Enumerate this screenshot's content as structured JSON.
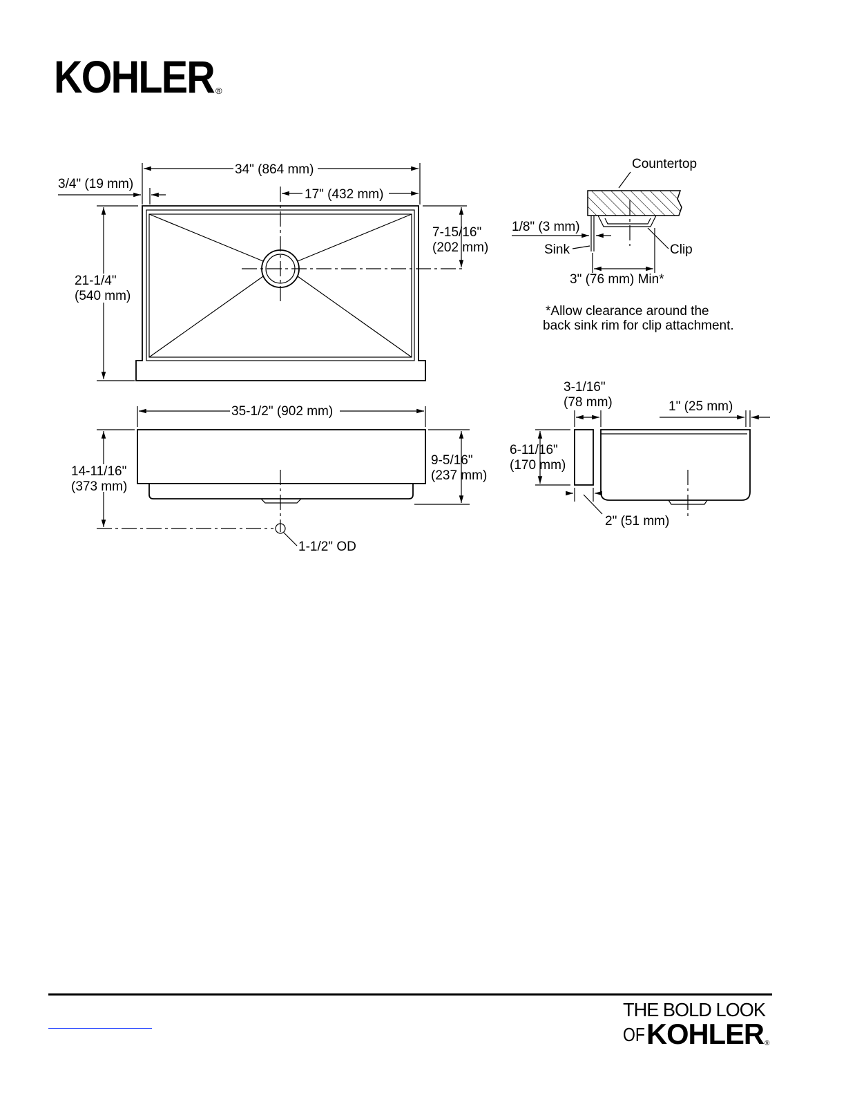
{
  "brand": {
    "logo_text": "KOHLER",
    "registered": "®"
  },
  "dimensions": {
    "top_view": {
      "overall_width": "34\" (864 mm)",
      "apron_offset": "3/4\" (19 mm)",
      "drain_center": "17\" (432 mm)",
      "drain_from_back_a": "7-15/16\"",
      "drain_from_back_b": "(202 mm)",
      "depth_a": "21-1/4\"",
      "depth_b": "(540 mm)"
    },
    "front_view": {
      "overall_width": "35-1/2\" (902 mm)",
      "height_a": "14-11/16\"",
      "height_b": "(373 mm)",
      "bowl_depth_a": "9-5/16\"",
      "bowl_depth_b": "(237 mm)",
      "outlet": "1-1/2\" OD"
    },
    "detail": {
      "countertop": "Countertop",
      "gap": "1/8\" (3 mm)",
      "sink": "Sink",
      "clip": "Clip",
      "min_clearance": "3\" (76 mm) Min*",
      "note_line1": "*Allow clearance around the",
      "note_line2": "back sink rim for clip attachment."
    },
    "side_view": {
      "apron_depth_a": "3-1/16\"",
      "apron_depth_b": "(78 mm)",
      "rim": "1\" (25 mm)",
      "apron_height_a": "6-11/16\"",
      "apron_height_b": "(170 mm)",
      "apron_thickness": "2\" (51 mm)"
    }
  },
  "footer": {
    "tagline_line1": "THE BOLD LOOK",
    "tagline_of": "OF",
    "tagline_brand": "KOHLER",
    "registered": "®",
    "link_text": ""
  }
}
